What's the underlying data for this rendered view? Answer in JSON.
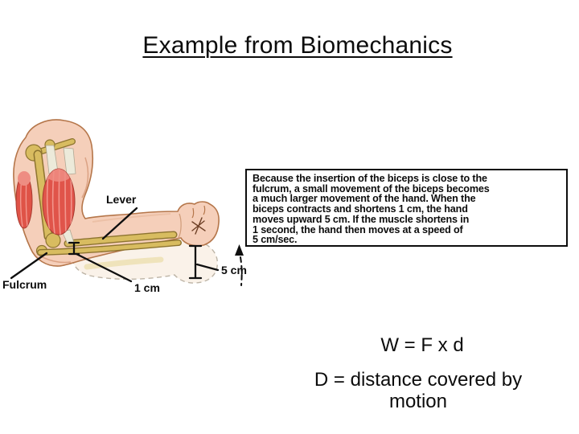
{
  "slide": {
    "title": "Example from Biomechanics",
    "info_box_text": "Because the insertion of the biceps is close to the\nfulcrum, a small movement of the biceps becomes\na much larger movement of the hand. When the\nbiceps contracts and shortens 1 cm, the hand\nmoves upward 5 cm. If the muscle shortens in\n1 second, the hand then moves at a speed of\n5 cm/sec.",
    "formula_line1": "W = F x d",
    "formula_line2": "D = distance covered by\nmotion"
  },
  "diagram": {
    "description": "anatomical illustration of a flexed arm acting as a lever",
    "labels": {
      "lever": "Lever",
      "fulcrum": "Fulcrum",
      "one_cm": "1 cm",
      "five_cm": "5 cm"
    },
    "colors": {
      "muscle_red": "#e0544a",
      "muscle_highlight": "#f2958c",
      "muscle_outline": "#a83a30",
      "bone_tan": "#d8bc60",
      "bone_outline": "#8d7430",
      "skin": "#f5cfba",
      "skin_outline": "#b5764a",
      "tendon": "#eceada",
      "ghost_limb": "#faf2e9",
      "annotation": "#0f0f0f"
    }
  }
}
